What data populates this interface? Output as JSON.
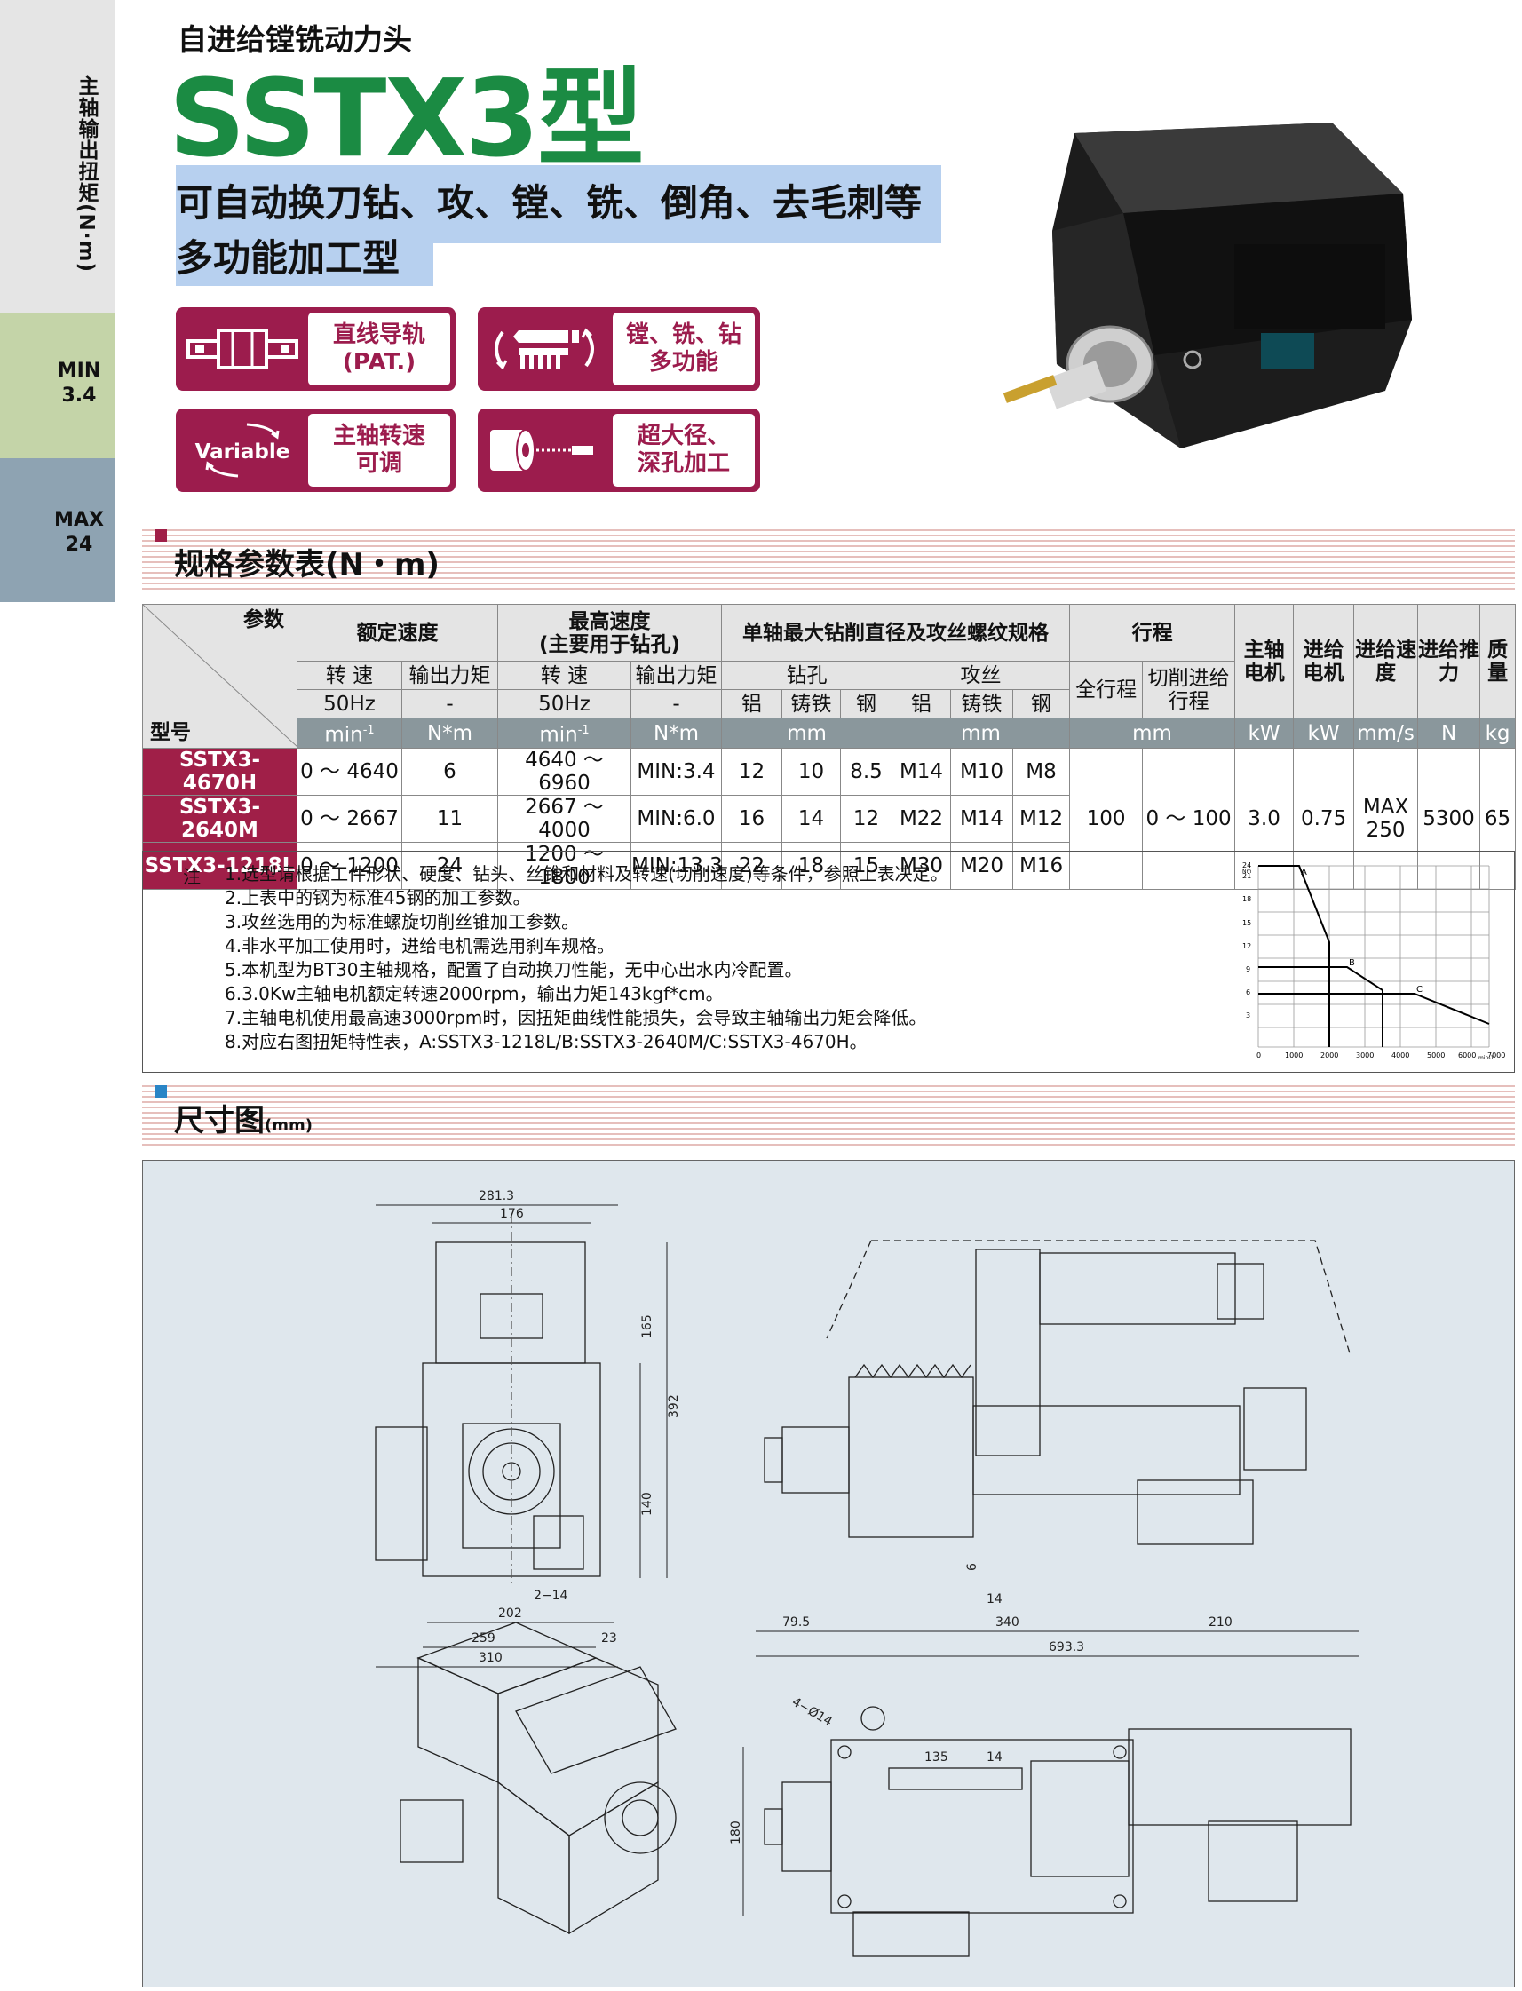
{
  "sidebar": {
    "label": "主轴输出扭矩(N·m)",
    "min_label": "MIN",
    "min_value": "3.4",
    "max_label": "MAX",
    "max_value": "24"
  },
  "header": {
    "subtitle": "自进给镗铣动力头",
    "model": "SSTX3型",
    "desc_line1": "可自动换刀钻、攻、镗、铣、倒角、去毛刺等",
    "desc_line2": "多功能加工型"
  },
  "features": [
    {
      "line1": "直线导轨",
      "line2": "(PAT.)"
    },
    {
      "line1": "镗、铣、钻",
      "line2": "多功能"
    },
    {
      "line1": "主轴转速",
      "line2": "可调",
      "icon_text": "Variable"
    },
    {
      "line1": "超大径、",
      "line2": "深孔加工"
    }
  ],
  "spec_section": {
    "title": "规格参数表(N・m)"
  },
  "table": {
    "param": "参数",
    "model": "型号",
    "rated_speed": "额定速度",
    "max_speed": "最高速度",
    "max_speed_note": "(主要用于钻孔)",
    "max_dia": "单轴最大钻削直径及攻丝螺纹规格",
    "stroke": "行程",
    "spindle_motor": "主轴电机",
    "feed_motor": "进给电机",
    "feed_speed": "进给速度",
    "feed_thrust": "进给推力",
    "mass": "质量",
    "speed": "转 速",
    "torque": "输出力矩",
    "drill": "钻孔",
    "tap": "攻丝",
    "full_stroke": "全行程",
    "cut_stroke": "切削进给行程",
    "hz": "50Hz",
    "dash": "-",
    "al": "铝",
    "ci": "铸铁",
    "st": "钢",
    "u_min": "min",
    "u_sup": "-1",
    "u_nm": "N*m",
    "u_mm": "mm",
    "u_kw": "kW",
    "u_mms": "mm/s",
    "u_n": "N",
    "u_kg": "kg",
    "rows": [
      {
        "model": "SSTX3-4670H",
        "rs": "0 ～ 4640",
        "rt": "6",
        "ms": "4640 ～ 6960",
        "mt": "MIN:3.4",
        "d1": "12",
        "d2": "10",
        "d3": "8.5",
        "t1": "M14",
        "t2": "M10",
        "t3": "M8"
      },
      {
        "model": "SSTX3-2640M",
        "rs": "0 ～ 2667",
        "rt": "11",
        "ms": "2667 ～ 4000",
        "mt": "MIN:6.0",
        "d1": "16",
        "d2": "14",
        "d3": "12",
        "t1": "M22",
        "t2": "M14",
        "t3": "M12"
      },
      {
        "model": "SSTX3-1218L",
        "rs": "0 ～ 1200",
        "rt": "24",
        "ms": "1200 ～ 1800",
        "mt": "MIN:13.3",
        "d1": "22",
        "d2": "18",
        "d3": "15",
        "t1": "M30",
        "t2": "M20",
        "t3": "M16"
      }
    ],
    "shared": {
      "full": "100",
      "cut": "0 ～ 100",
      "sm": "3.0",
      "fm": "0.75",
      "fs_a": "MAX",
      "fs_b": "250",
      "thrust": "5300",
      "mass": "65"
    }
  },
  "notes": {
    "label": "注",
    "items": [
      "1.选型请根据工件形状、硬度、钻头、丝锥和材料及转速(切削速度)等条件，参照上表决定。",
      "2.上表中的钢为标准45钢的加工参数。",
      "3.攻丝选用的为标准螺旋切削丝锥加工参数。",
      "4.非水平加工使用时，进给电机需选用刹车规格。",
      "5.本机型为BT30主轴规格，配置了自动换刀性能，无中心出水内冷配置。",
      "6.3.0Kw主轴电机额定转速2000rpm，输出力矩143kgf*cm。",
      "7.主轴电机使用最高速3000rpm时，因扭矩曲线性能损失，会导致主轴输出力矩会降低。",
      "8.对应右图扭矩特性表，A:SSTX3-1218L/B:SSTX3-2640M/C:SSTX3-4670H。"
    ]
  },
  "torque_chart": {
    "y_label": "Nm",
    "x_label": "min-1",
    "y_ticks": [
      "24",
      "21",
      "18",
      "15",
      "12",
      "9",
      "6",
      "3"
    ],
    "x_ticks": [
      "0",
      "1000",
      "2000",
      "3000",
      "4000",
      "5000",
      "6000",
      "7000"
    ],
    "curve_labels": [
      "A",
      "B",
      "C"
    ]
  },
  "dim_section": {
    "title": "尺寸图",
    "unit": "(mm)"
  },
  "dims": {
    "d281": "281.3",
    "d176": "176",
    "d165": "165",
    "d392": "392",
    "d140": "140",
    "d2_14": "2−14",
    "d202": "202",
    "d259": "259",
    "d23": "23",
    "d310": "310",
    "d6": "6",
    "d14": "14",
    "d79": "79.5",
    "d340": "340",
    "d210": "210",
    "d693": "693.3",
    "d4_14": "4−Ø14",
    "d135": "135",
    "d14b": "14",
    "d180": "180"
  },
  "colors": {
    "green": "#1b8b43",
    "maroon": "#9c1c4d",
    "highlight": "#b7d0ef",
    "unit_row": "#8a979c",
    "dim_bg": "#dfe7ed"
  }
}
